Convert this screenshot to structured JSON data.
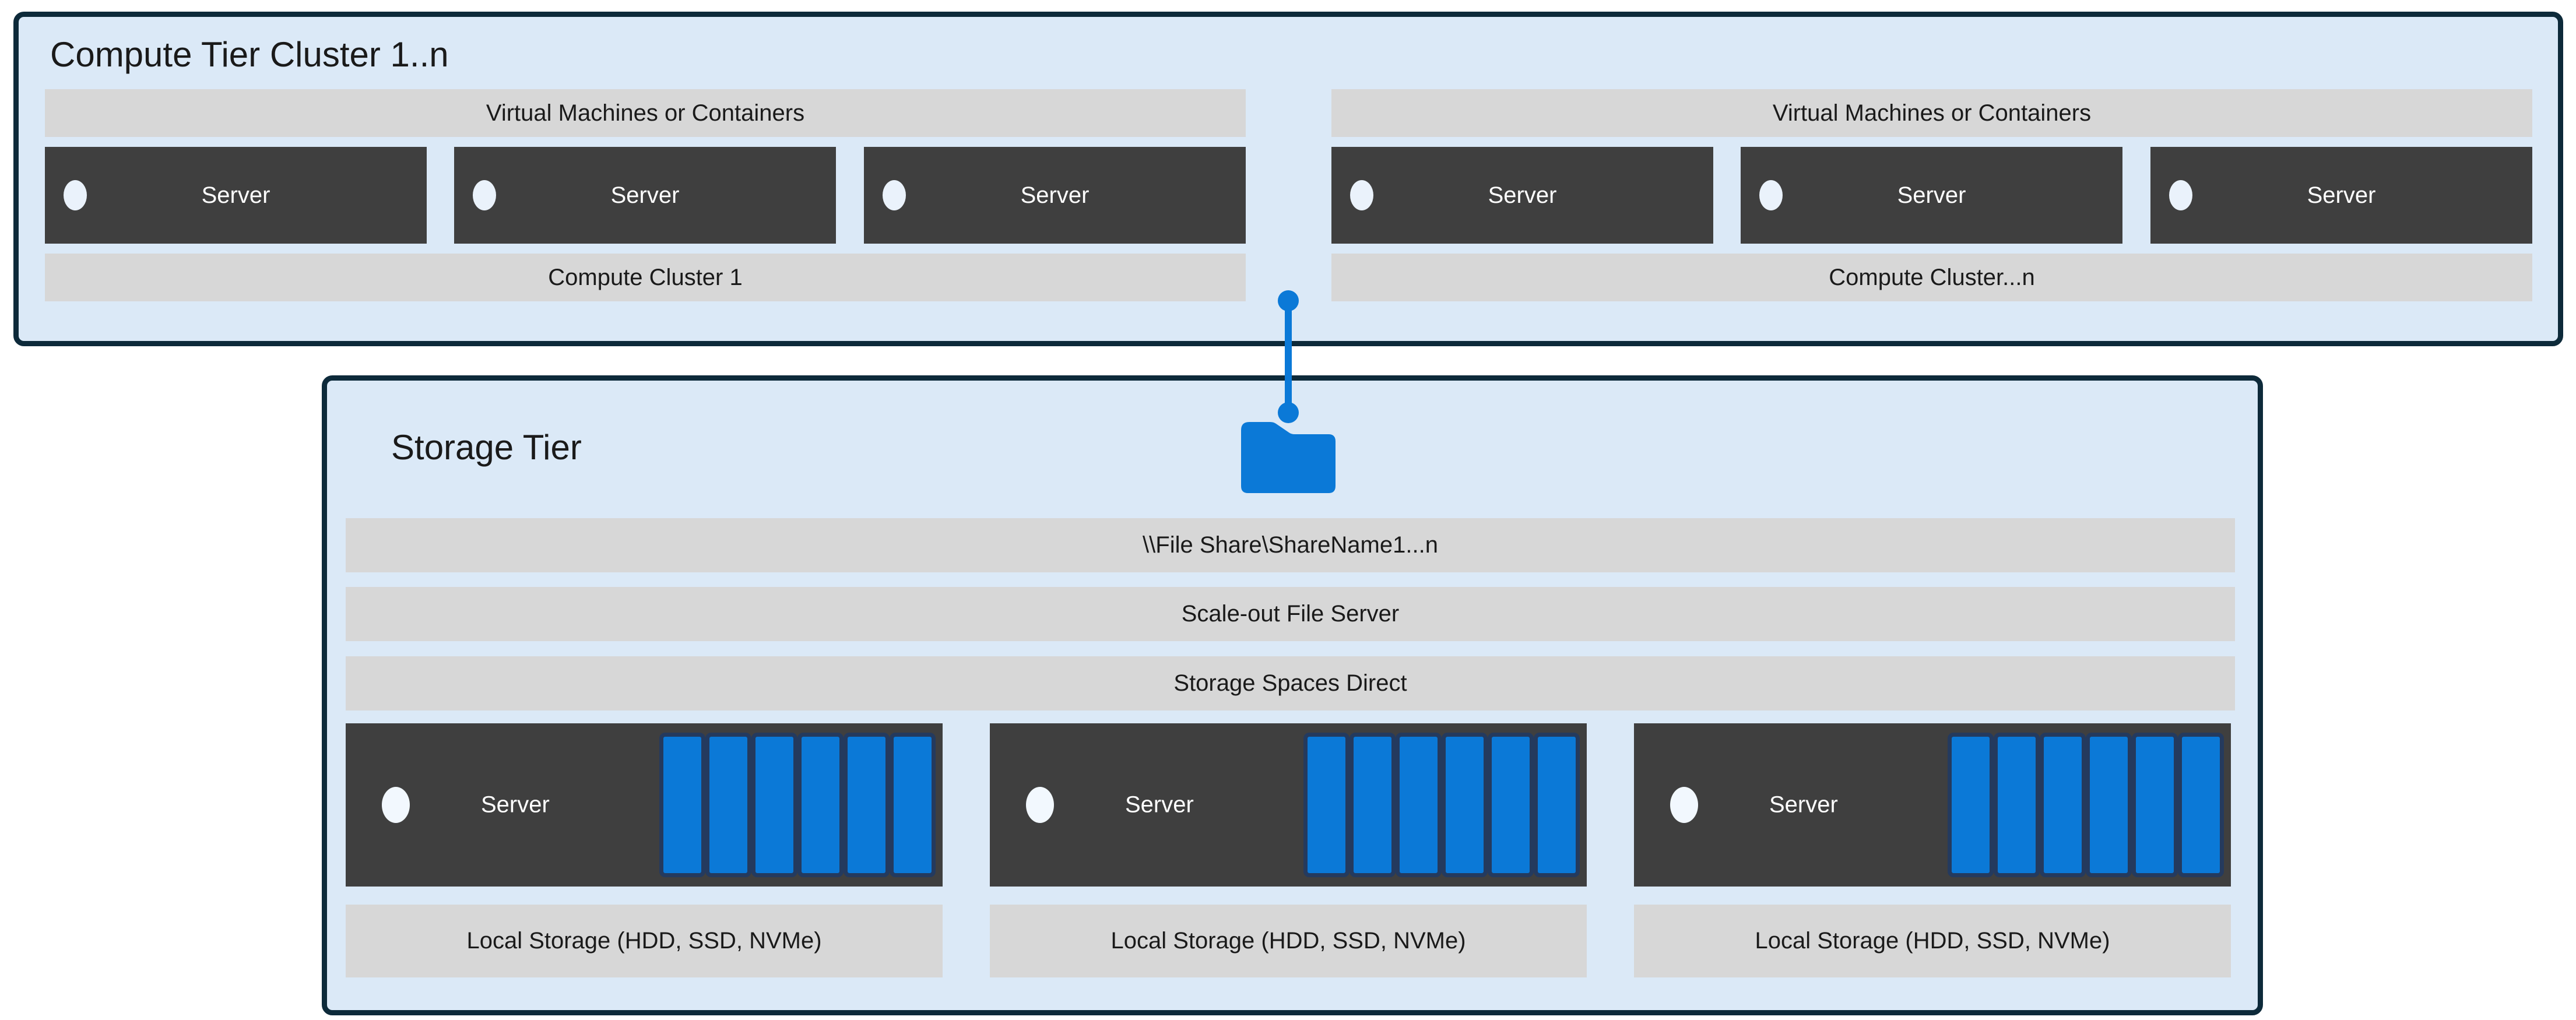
{
  "page": {
    "background": "#ffffff"
  },
  "colors": {
    "tier_fill": "#dbe9f7",
    "tier_border": "#0d2a3a",
    "bar_fill": "#d7d7d7",
    "server_fill": "#3f3f3f",
    "accent_blue": "#0b79d7",
    "disk_border": "#243a5e",
    "text_dark": "#1a1a1a",
    "text_light": "#ffffff"
  },
  "compute_tier": {
    "title": "Compute Tier Cluster 1..n",
    "clusters": [
      {
        "header": "Virtual Machines or Containers",
        "servers": [
          {
            "label": "Server"
          },
          {
            "label": "Server"
          },
          {
            "label": "Server"
          }
        ],
        "footer": "Compute Cluster 1"
      },
      {
        "header": "Virtual Machines or Containers",
        "servers": [
          {
            "label": "Server"
          },
          {
            "label": "Server"
          },
          {
            "label": "Server"
          }
        ],
        "footer": "Compute Cluster...n"
      }
    ]
  },
  "storage_tier": {
    "title": "Storage Tier",
    "layers": {
      "file_share": "\\\\File Share\\ShareName1...n",
      "sofs": "Scale-out File Server",
      "s2d": "Storage Spaces Direct"
    },
    "servers": [
      {
        "label": "Server",
        "disk_count": 6,
        "local_storage": "Local Storage (HDD, SSD, NVMe)"
      },
      {
        "label": "Server",
        "disk_count": 6,
        "local_storage": "Local Storage (HDD, SSD, NVMe)"
      },
      {
        "label": "Server",
        "disk_count": 6,
        "local_storage": "Local Storage (HDD, SSD, NVMe)"
      }
    ]
  }
}
